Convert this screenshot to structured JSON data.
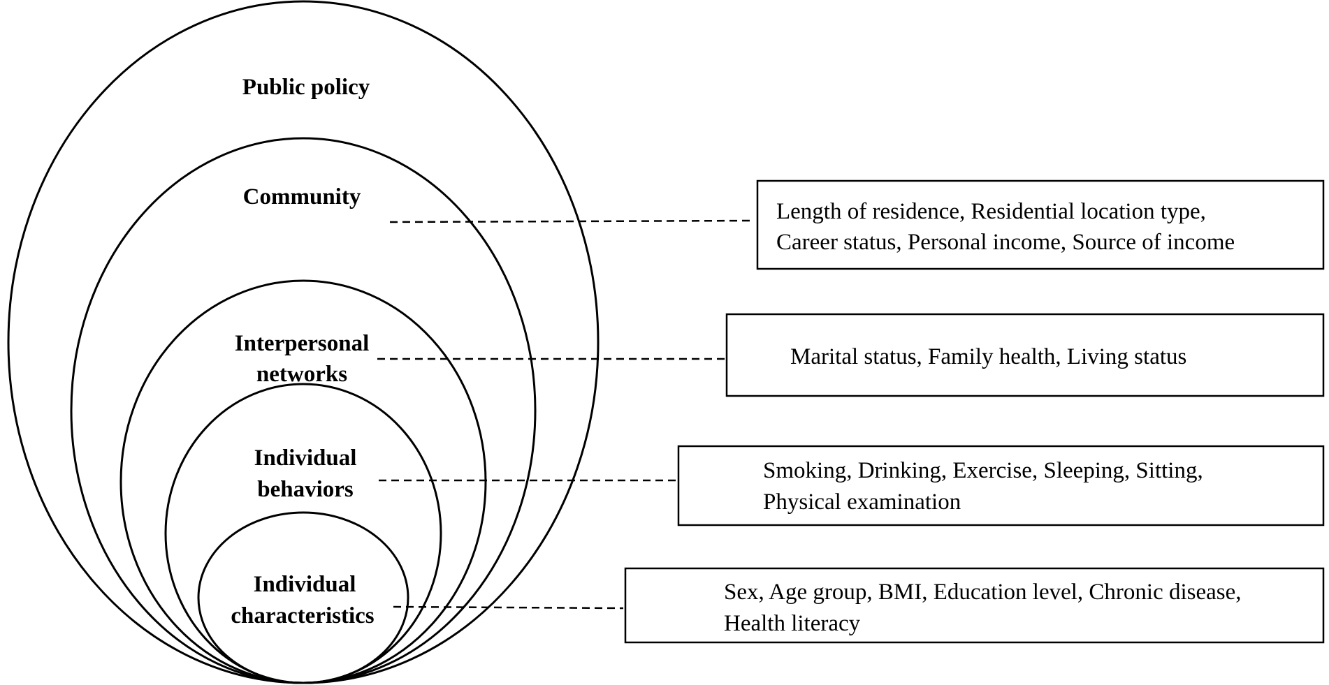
{
  "levels": {
    "public_policy": {
      "label": "Public policy"
    },
    "community": {
      "label": "Community"
    },
    "interpersonal": {
      "label_line1": "Interpersonal",
      "label_line2": "networks"
    },
    "behaviors": {
      "label_line1": "Individual",
      "label_line2": "behaviors"
    },
    "characteristics": {
      "label_line1": "Individual",
      "label_line2": "characteristics"
    }
  },
  "factor_boxes": {
    "community": {
      "line1": "Length of residence, Residential location type,",
      "line2": "Career status, Personal income, Source of income"
    },
    "interpersonal": {
      "line1": "Marital status, Family health, Living status"
    },
    "behaviors": {
      "line1": "Smoking,  Drinking, Exercise, Sleeping, Sitting,",
      "line2": "Physical examination"
    },
    "characteristics": {
      "line1": "Sex, Age group, BMI, Education level, Chronic disease,",
      "line2": "Health literacy"
    }
  }
}
